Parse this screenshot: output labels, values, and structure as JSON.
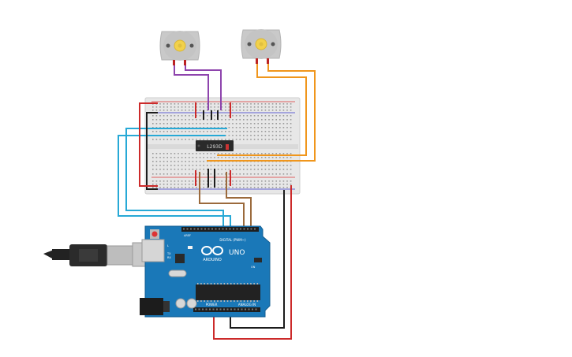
{
  "arduino": {
    "brand_label": "ARDUINO",
    "model_label": "UNO",
    "digital_label": "DIGITAL (PWM~)",
    "power_label": "POWER",
    "analog_label": "ANALOG IN",
    "aref_label": "AREF",
    "gnd_label": "GND",
    "tx_label": "TX",
    "rx_label": "RX",
    "l_label": "L",
    "on_label": "ON"
  },
  "chip": {
    "label": "L293D"
  },
  "colors": {
    "board": "#1a78b8",
    "breadboard": "#e6e6e6",
    "motor_body": "#c9c9c9",
    "motor_shaft": "#f2d14b",
    "wire_purple": "#8e44ad",
    "wire_orange": "#f0961c",
    "wire_blue": "#27a9d6",
    "wire_brown": "#9b6a3c",
    "wire_black": "#1c1c1c",
    "wire_red": "#cc2a2a"
  },
  "icons": {
    "usb": "usb-cable-icon",
    "logo": "arduino-infinity-logo-icon"
  }
}
